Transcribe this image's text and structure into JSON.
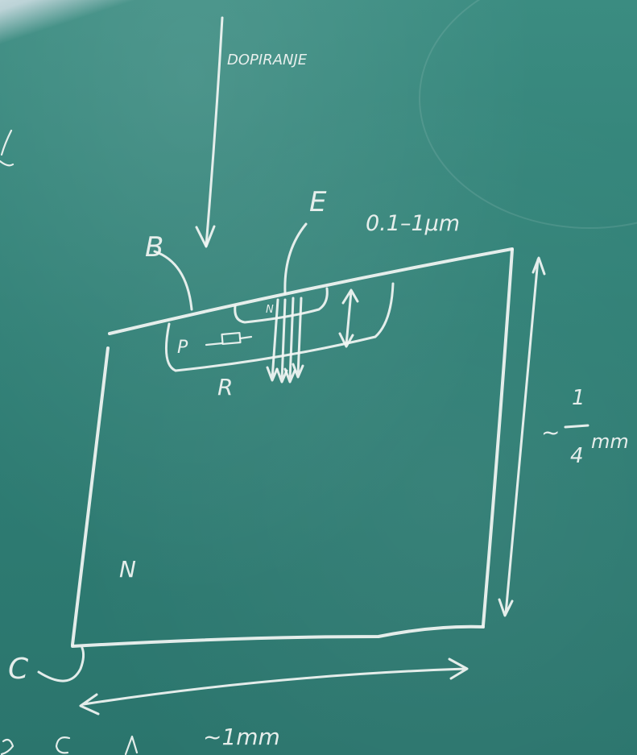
{
  "labels": {
    "doping": "DOPIRANJE",
    "base": "B",
    "emitter": "E",
    "thickness": "0.1–1μm",
    "p_region": "P",
    "n_small": "N",
    "resistor": "R",
    "n_region": "N",
    "collector": "C",
    "height_approx": "~",
    "height_num": "1",
    "height_den": "4",
    "height_unit": "mm",
    "width_approx": "~1mm"
  }
}
